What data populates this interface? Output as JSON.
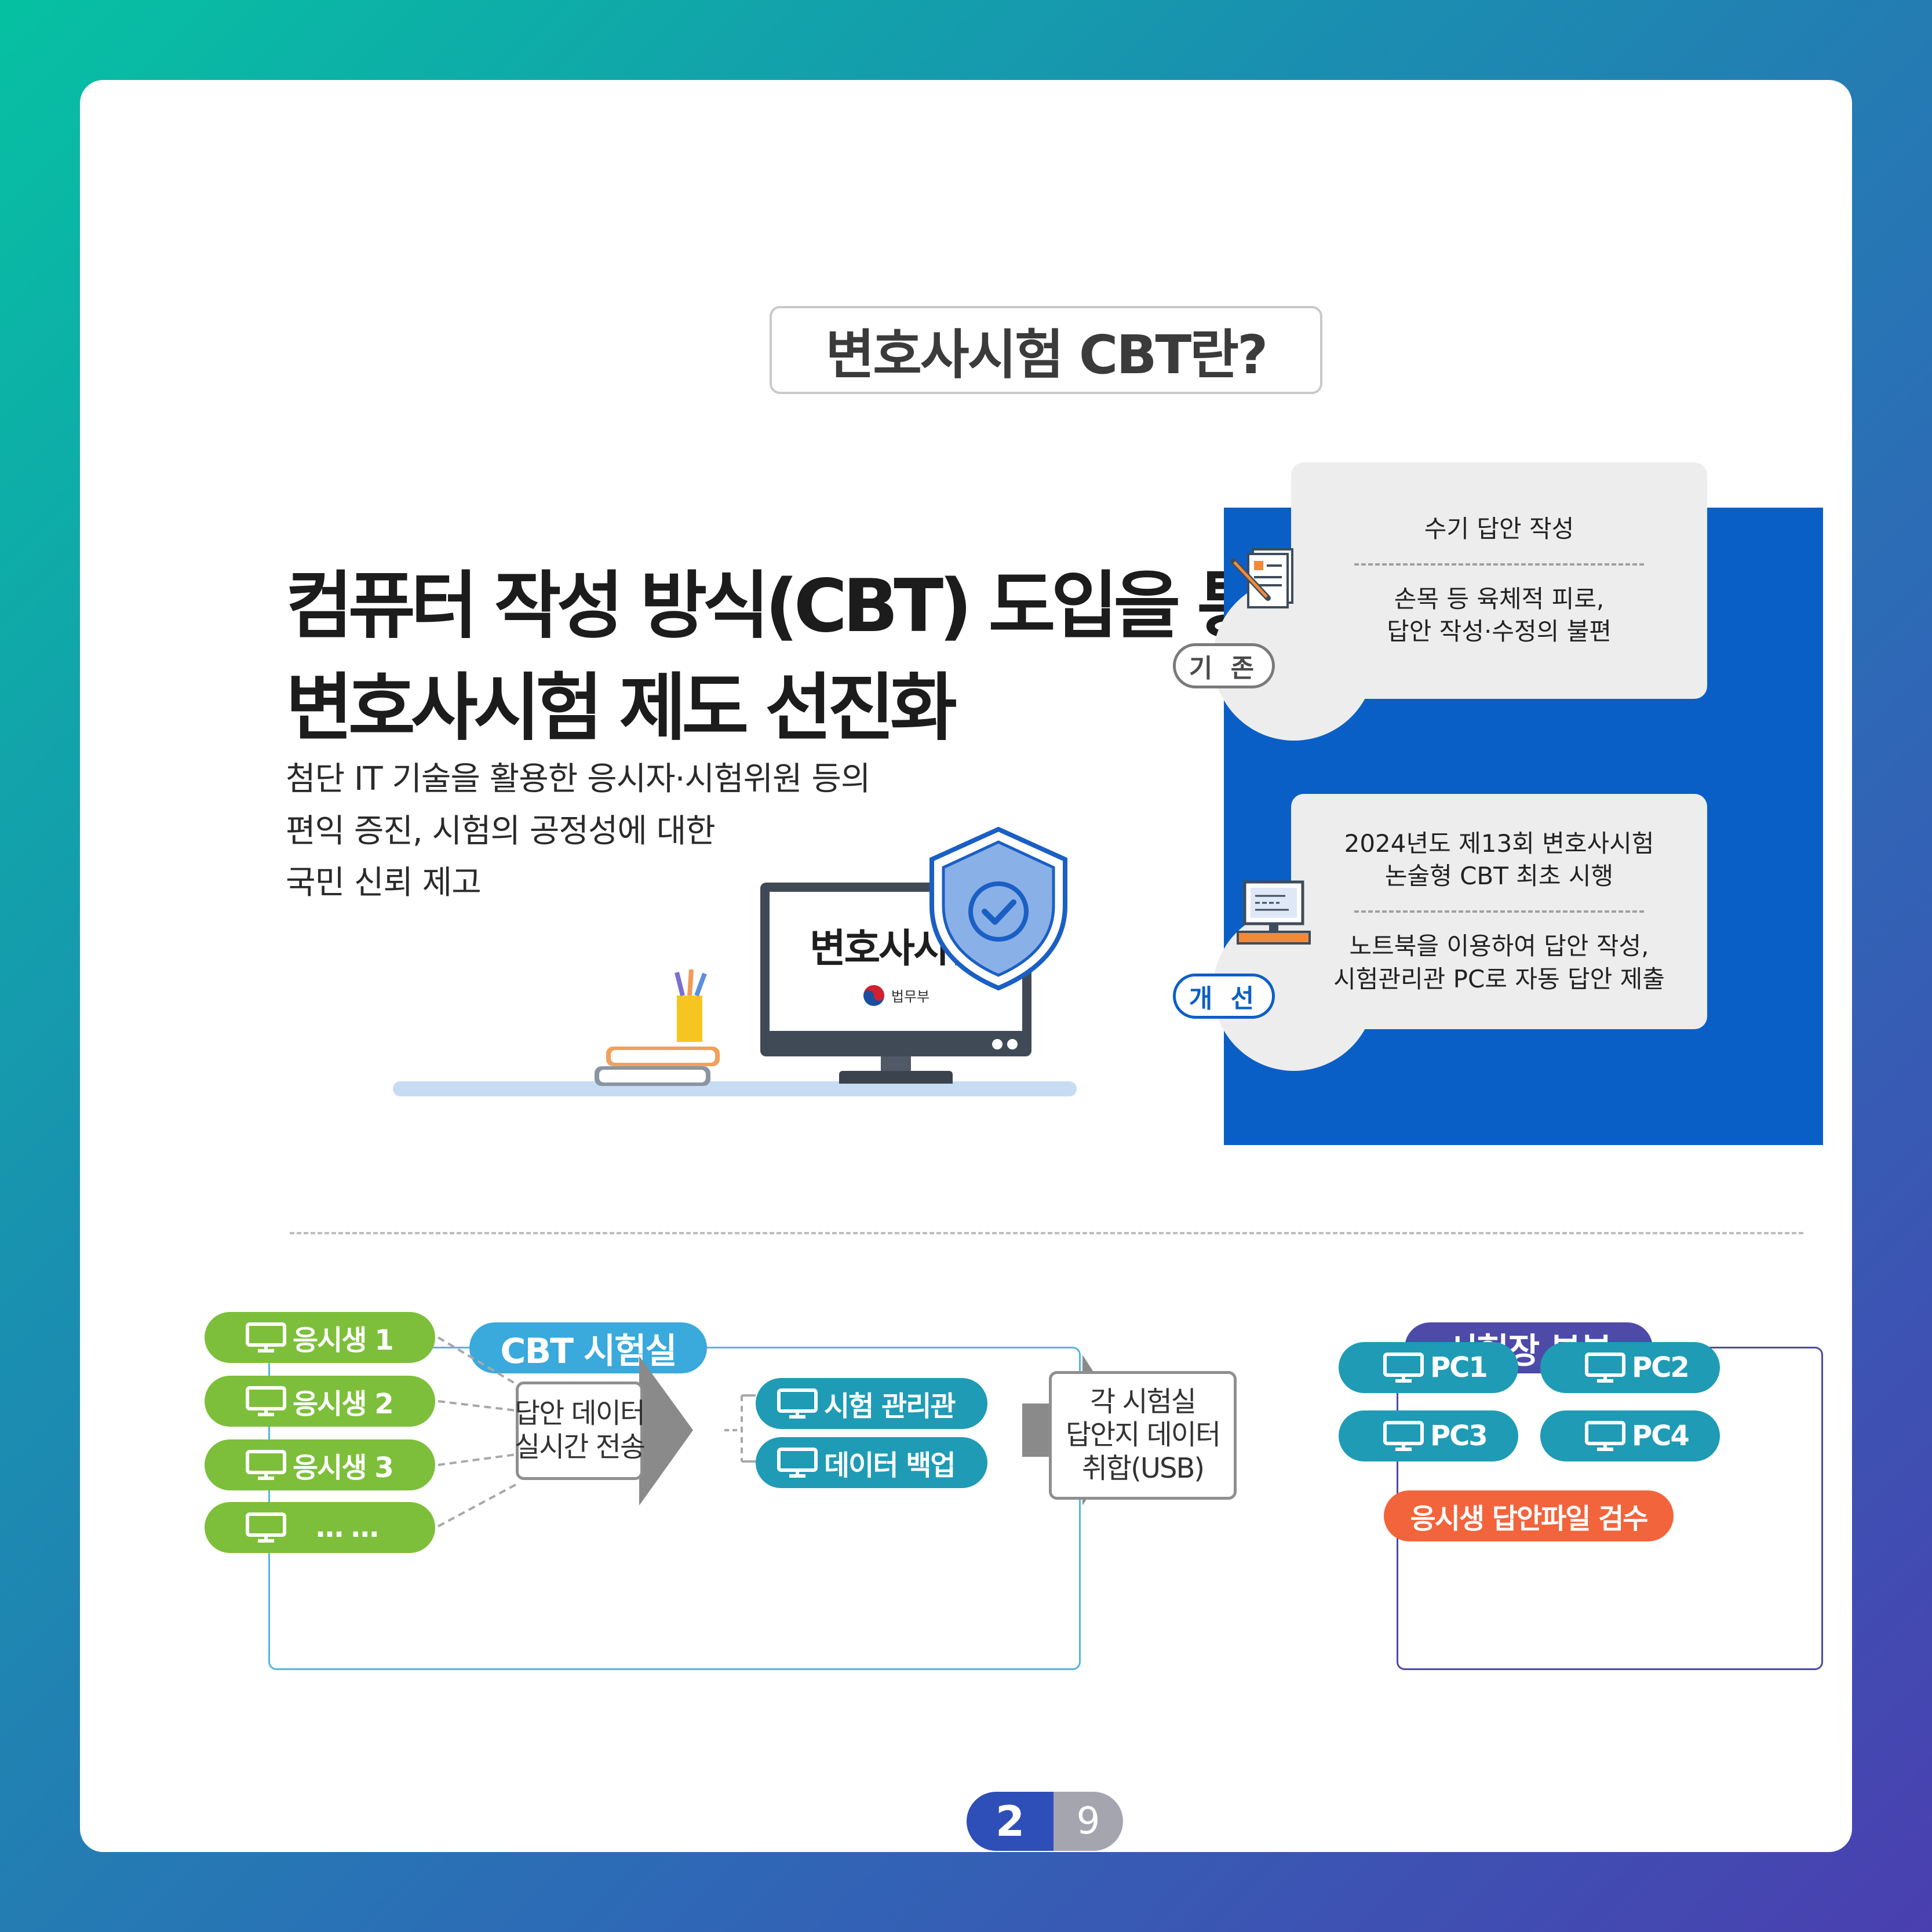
{
  "header": {
    "title": "변호사시험 CBT란?"
  },
  "headline": {
    "line1": "컴퓨터 작성 방식(CBT) 도입을 통한",
    "line2": "변호사시험 제도 선진화"
  },
  "subtext": {
    "line1": "첨단 IT 기술을 활용한 응시자·시험위원 등의",
    "line2": "편익 증진, 시험의 공정성에 대한",
    "line3": "국민 신뢰 제고"
  },
  "illustration": {
    "monitor_title": "변호사시험",
    "ministry": "법무부"
  },
  "comparison": {
    "old_tag": "기 존",
    "old_title": "수기 답안 작성",
    "old_desc_line1": "손목 등 육체적 피로,",
    "old_desc_line2": "답안 작성·수정의 불편",
    "new_tag": "개 선",
    "new_title_line1": "2024년도 제13회 변호사시험",
    "new_title_line2": "논술형 CBT 최초 시행",
    "new_desc_line1": "노트북을 이용하여 답안 작성,",
    "new_desc_line2": "시험관리관 PC로 자동 답안 제출"
  },
  "diagram": {
    "room_title": "CBT 시험실",
    "candidates": [
      "응시생 1",
      "응시생 2",
      "응시생 3",
      "… …"
    ],
    "transfer_line1": "답안 데이터",
    "transfer_line2": "실시간 전송",
    "admin": "시험 관리관",
    "backup": "데이터 백업",
    "collect_line1": "각 시험실",
    "collect_line2": "답안지 데이터",
    "collect_line3": "취합(USB)",
    "hq_title": "시험장 본부",
    "pcs": [
      "PC1",
      "PC2",
      "PC3",
      "PC4"
    ],
    "review": "응시생 답안파일 검수"
  },
  "pagination": {
    "current": "2",
    "total": "9"
  },
  "colors": {
    "blue": "#0a5fc7",
    "green": "#7dbf3a",
    "teal": "#1f9bb5",
    "orange": "#f2643c",
    "purple": "#4d4aa8"
  }
}
